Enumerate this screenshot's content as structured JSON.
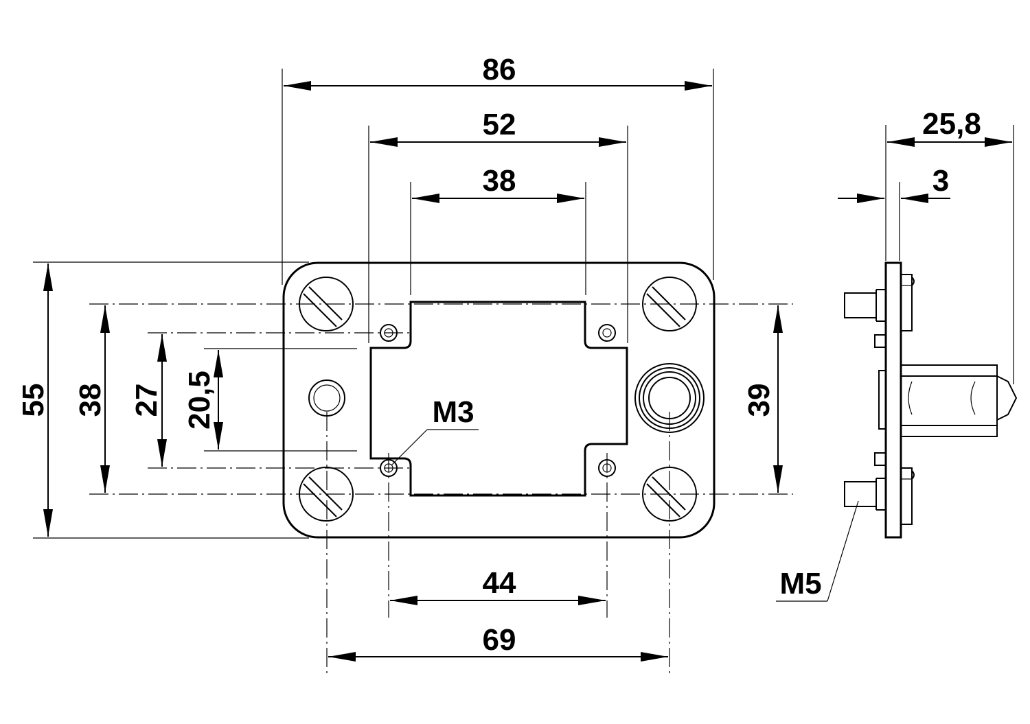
{
  "colors": {
    "line": "#000000",
    "background": "#ffffff"
  },
  "dimensions": {
    "overall_width": "86",
    "width_52": "52",
    "width_38_top": "38",
    "overall_height": "55",
    "height_38": "38",
    "height_27": "27",
    "height_20_5": "20,5",
    "height_39": "39",
    "width_44": "44",
    "width_69": "69",
    "depth_25_8": "25,8",
    "thickness_3": "3"
  },
  "thread_labels": {
    "m3": "M3",
    "m5": "M5"
  }
}
